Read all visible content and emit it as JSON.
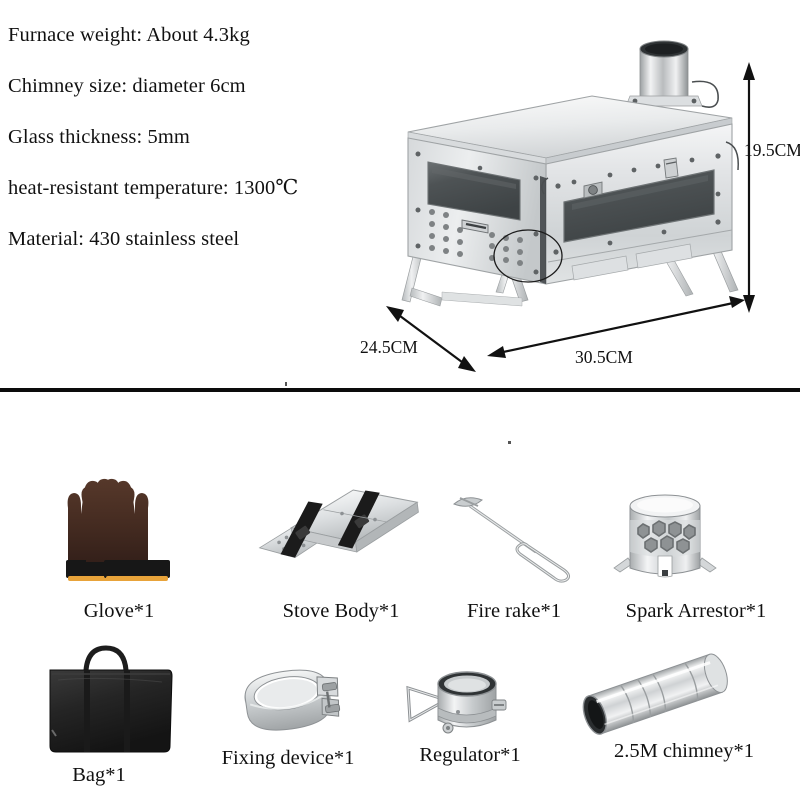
{
  "specs": {
    "lines": [
      "Furnace weight: About 4.3kg",
      "Chimney size: diameter 6cm",
      "Glass thickness: 5mm",
      "heat-resistant temperature: 1300℃",
      "Material: 430 stainless steel"
    ]
  },
  "product": {
    "name": "portable-tent-wood-stove",
    "material_color": "#c9ccce",
    "glass_color": "#4c5153"
  },
  "dimensions": {
    "height": "19.5CM",
    "depth": "24.5CM",
    "width": "30.5CM"
  },
  "accessories": {
    "row1": [
      {
        "label": "Glove*1",
        "icon": "work-gloves-pair"
      },
      {
        "label": "Stove Body*1",
        "icon": "folded-stove-body"
      },
      {
        "label": "Fire rake*1",
        "icon": "fire-rake-tool"
      },
      {
        "label": "Spark Arrestor*1",
        "icon": "spark-arrestor-cap"
      }
    ],
    "row2": [
      {
        "label": "Bag*1",
        "icon": "carry-bag"
      },
      {
        "label": "Fixing device*1",
        "icon": "clamp-ring"
      },
      {
        "label": "Regulator*1",
        "icon": "damper-regulator"
      },
      {
        "label": "2.5M chimney*1",
        "icon": "chimney-pipe"
      }
    ]
  },
  "colors": {
    "divider": "#0c0c0c",
    "text": "#111111",
    "steel_light": "#f2f3f4",
    "steel_mid": "#c2c6c9",
    "steel_dark": "#8d9295",
    "glove_brown": "#4a2f24",
    "glove_cuff": "#161616",
    "glove_band": "#e8a33a",
    "bag_black": "#232323",
    "glass": "#4c5153"
  }
}
